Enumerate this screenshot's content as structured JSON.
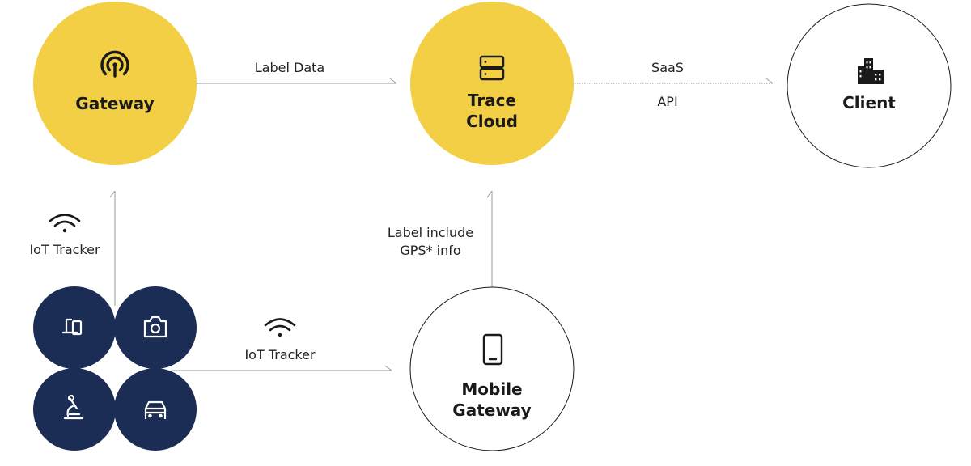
{
  "colors": {
    "primary_node": "#F2CF45",
    "device_node": "#1B2D55",
    "outline": "#1a1a1a",
    "connector": "#9a9a9a",
    "text": "#1a1a1a",
    "device_icon": "#ffffff"
  },
  "nodes": {
    "gateway": {
      "title": "Gateway",
      "icon": "broadcast-icon"
    },
    "trace_cloud": {
      "title_line1": "Trace",
      "title_line2": "Cloud",
      "icon": "server-icon"
    },
    "client": {
      "title": "Client",
      "icon": "building-icon"
    },
    "mobile_gateway": {
      "title_line1": "Mobile",
      "title_line2": "Gateway",
      "icon": "smartphone-icon"
    }
  },
  "devices": [
    {
      "name": "devices-icon"
    },
    {
      "name": "camera-icon"
    },
    {
      "name": "microscope-icon"
    },
    {
      "name": "car-icon"
    }
  ],
  "edges": {
    "gateway_to_cloud": {
      "label": "Label Data"
    },
    "cloud_to_client": {
      "label_top": "SaaS",
      "label_bottom": "API"
    },
    "devices_to_gateway": {
      "label": "IoT Tracker",
      "icon": "wifi-icon"
    },
    "devices_to_mobile": {
      "label": "IoT Tracker",
      "icon": "wifi-icon"
    },
    "mobile_to_cloud": {
      "label_line1": "Label include",
      "label_line2": "GPS* info"
    }
  }
}
